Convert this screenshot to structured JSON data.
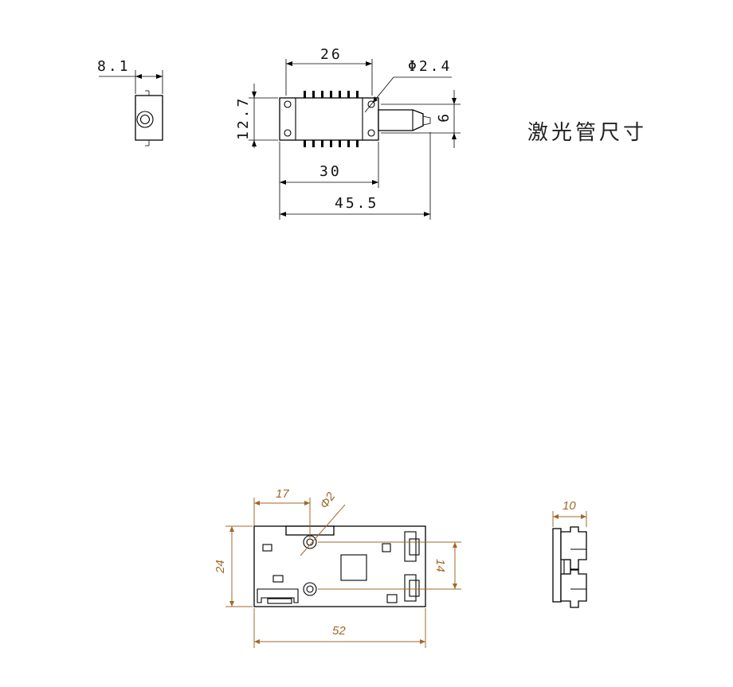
{
  "laser_tube": {
    "caption": "激光管尺寸",
    "dims": {
      "side_width": "8.1",
      "body_width": "26",
      "fiber_diameter": "Φ2.4",
      "body_height": "12.7",
      "fiber_offset": "9",
      "base_width": "30",
      "overall_length": "45.5"
    }
  },
  "driver_board": {
    "dims": {
      "hole_offset": "17",
      "hole_diameter": "Φ2",
      "board_height": "24",
      "hole_spacing": "14",
      "board_length": "52",
      "side_thickness": "10"
    }
  },
  "colors": {
    "line": "#000000",
    "dimension_brown": "#a0682a"
  }
}
